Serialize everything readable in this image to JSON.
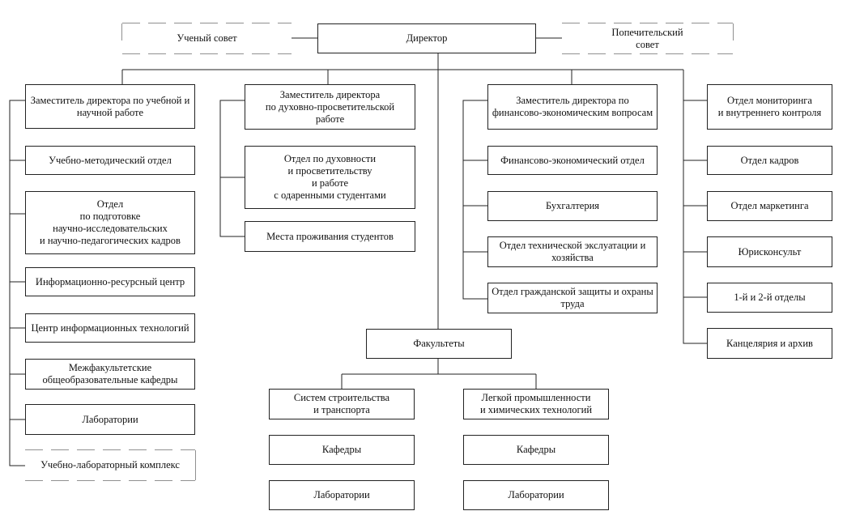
{
  "top": {
    "director": "Директор",
    "academic_council": "Ученый совет",
    "board_of_trustees": "Попечительский\nсовет"
  },
  "column1": [
    "Заместитель директора по учебной и\nнаучной работе",
    "Учебно-методический отдел",
    "Отдел\nпо подготовке\nнаучно-исследовательских\nи научно-педагогических кадров",
    "Информационно-ресурсный центр",
    "Центр информационных технологий",
    "Межфакультетские\nобщеобразовательные кафедры",
    "Лаборатории",
    "Учебно-лабораторный комплекс"
  ],
  "column2": [
    "Заместитель директора\nпо духовно-просветительской\nработе",
    "Отдел по духовности\nи просветительству\nи работе\nс одаренными студентами",
    "Места проживания студентов"
  ],
  "column3": [
    "Заместитель директора по\nфинансово-экономическим вопросам",
    "Финансово-экономический отдел",
    "Бухгалтерия",
    "Отдел технической экслуатации и\nхозяйства",
    "Отдел гражданской защиты и охраны\nтруда"
  ],
  "column4": [
    "Отдел мониторинга\nи внутреннего контроля",
    "Отдел кадров",
    "Отдел маркетинга",
    "Юрисконсульт",
    "1-й и 2-й отделы",
    "Канцелярия и архив"
  ],
  "faculties": {
    "title": "Факультеты",
    "left": {
      "name": "Систем строительства\nи транспорта",
      "departments": "Кафедры",
      "labs": "Лаборатории"
    },
    "right": {
      "name": "Легкой промышленности\nи химических технологий",
      "departments": "Кафедры",
      "labs": "Лаборатории"
    }
  }
}
